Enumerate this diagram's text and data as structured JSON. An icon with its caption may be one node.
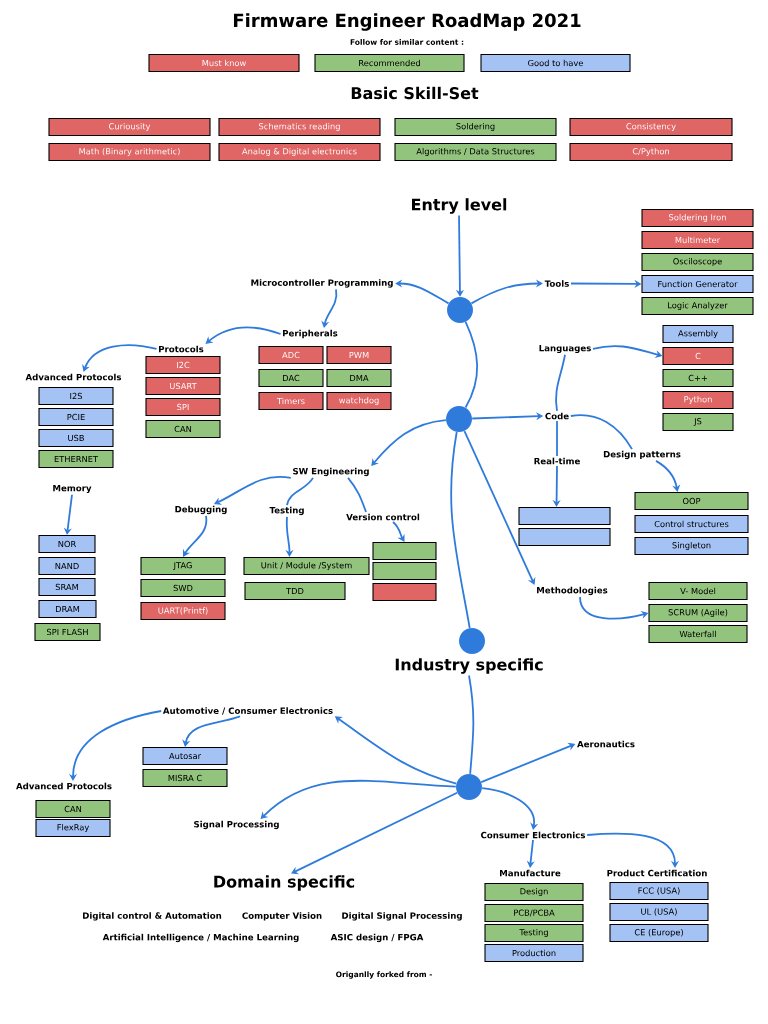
{
  "diagram": {
    "title": "Firmware Engineer RoadMap 2021",
    "nodes": [
      {
        "text": [
          "Curiousity"
        ]
      },
      {
        "text": [
          "Schematics reading"
        ]
      },
      {
        "text": [
          "Soldering"
        ]
      },
      {
        "text": [
          "Consistency"
        ]
      },
      {
        "text": [
          "Math (Binary arithmetic)"
        ]
      },
      {
        "text": [
          "Analog & Digital electronics"
        ]
      },
      {
        "text": [
          "Algorithms / Data Structures"
        ]
      },
      {
        "text": [
          "C/Python"
        ]
      },
      {
        "text": [
          "Entry level"
        ]
      },
      {
        "text": [
          "Soldering Iron"
        ]
      },
      {
        "text": [
          "Multimeter"
        ]
      },
      {
        "text": [
          "Osciloscope"
        ]
      },
      {
        "text": [
          "Function Generator"
        ]
      },
      {
        "text": [
          "Logic Analyzer"
        ]
      },
      {
        "text": [
          "Microcontroller Programming"
        ]
      },
      {
        "text": [],
        "shape": "circle"
      },
      {
        "text": [
          "Tools"
        ]
      },
      {
        "text": [
          "Peripherals"
        ]
      },
      {
        "text": [
          "ADC"
        ]
      },
      {
        "text": [
          "PWM"
        ]
      },
      {
        "text": [
          "DAC"
        ]
      },
      {
        "text": [
          "DMA"
        ]
      },
      {
        "text": [
          "Timers"
        ]
      },
      {
        "text": [
          "watchdog"
        ]
      },
      {
        "text": [
          "Protocols"
        ]
      },
      {
        "text": [
          "I2C"
        ]
      },
      {
        "text": [
          "USART"
        ]
      },
      {
        "text": [
          "SPI"
        ]
      },
      {
        "text": [
          "CAN"
        ]
      },
      {
        "text": [
          "Advanced Protocols"
        ]
      },
      {
        "text": [
          "I2S"
        ]
      },
      {
        "text": [
          "PCIE"
        ]
      },
      {
        "text": [
          "USB"
        ]
      },
      {
        "text": [
          "ETHERNET"
        ]
      },
      {
        "text": [
          "Languages"
        ]
      },
      {
        "text": [
          "Assembly"
        ]
      },
      {
        "text": [
          "C"
        ]
      },
      {
        "text": [
          "C++"
        ]
      },
      {
        "text": [
          "Python"
        ]
      },
      {
        "text": [
          "JS"
        ]
      },
      {
        "text": [],
        "shape": "circle"
      },
      {
        "text": [
          "Code"
        ]
      },
      {
        "text": [
          "SW Engineering"
        ]
      },
      {
        "text": [
          "Real-time"
        ]
      },
      {
        "text": [
          "Design patterns"
        ]
      },
      {
        "text": [
          "Memory"
        ]
      },
      {
        "text": [
          "NOR"
        ]
      },
      {
        "text": [
          "NAND"
        ]
      },
      {
        "text": [
          "SRAM"
        ]
      },
      {
        "text": [
          "DRAM"
        ]
      },
      {
        "text": [
          "SPI FLASH"
        ]
      },
      {
        "text": [
          "Debugging"
        ]
      },
      {
        "text": [
          "Testing"
        ]
      },
      {
        "text": [
          "Version control"
        ]
      },
      {
        "text": [],
        "shape": "box"
      },
      {
        "text": [],
        "shape": "box"
      },
      {
        "text": [
          "OOP"
        ]
      },
      {
        "text": [
          "Control structures"
        ]
      },
      {
        "text": [
          "Singleton"
        ]
      },
      {
        "text": [
          "JTAG"
        ]
      },
      {
        "text": [
          "SWD"
        ]
      },
      {
        "text": [
          "UART(Printf)"
        ]
      },
      {
        "text": [
          "Unit / Module /System"
        ]
      },
      {
        "text": [
          "TDD"
        ]
      },
      {
        "text": [],
        "shape": "box"
      },
      {
        "text": [],
        "shape": "box"
      },
      {
        "text": [],
        "shape": "box"
      },
      {
        "text": [
          "Methodologies"
        ]
      },
      {
        "text": [
          "V- Model"
        ]
      },
      {
        "text": [
          "SCRUM (Agile)"
        ]
      },
      {
        "text": [
          "Waterfall"
        ]
      },
      {
        "text": [],
        "shape": "circle"
      },
      {
        "text": [
          "Industry specific"
        ]
      },
      {
        "text": [
          "Automotive / Consumer Electronics"
        ]
      },
      {
        "text": [
          "Autosar"
        ]
      },
      {
        "text": [
          "MISRA C"
        ]
      },
      {
        "text": [
          "Aeronautics"
        ]
      },
      {
        "text": [],
        "shape": "circle"
      },
      {
        "text": [
          "Advanced Protocols"
        ]
      },
      {
        "text": [
          "CAN"
        ]
      },
      {
        "text": [
          "FlexRay"
        ]
      },
      {
        "text": [
          "Signal Processing"
        ]
      },
      {
        "text": [
          "Consumer Electronics"
        ]
      },
      {
        "text": [
          "Domain specific"
        ]
      },
      {
        "text": [
          "Manufacture"
        ]
      },
      {
        "text": [
          "Product Certification"
        ]
      },
      {
        "text": [
          "Design"
        ]
      },
      {
        "text": [
          "PCB/PCBA"
        ]
      },
      {
        "text": [
          "Testing"
        ]
      },
      {
        "text": [
          "Production"
        ]
      },
      {
        "text": [
          "FCC (USA)"
        ]
      },
      {
        "text": [
          "UL (USA)"
        ]
      },
      {
        "text": [
          "CE (Europe)"
        ]
      }
    ],
    "edges": [
      {
        "from": 8,
        "to": 15,
        "arrow": "to"
      },
      {
        "from": 15,
        "to": 14,
        "arrow": "to"
      },
      {
        "from": 15,
        "to": 16,
        "arrow": "to"
      },
      {
        "from": 16,
        "to": 12,
        "arrow": "to"
      },
      {
        "from": 14,
        "to": 17,
        "arrow": "to"
      },
      {
        "from": 17,
        "to": 24,
        "arrow": "to"
      },
      {
        "from": 24,
        "to": 29,
        "arrow": "to"
      },
      {
        "from": 15,
        "to": 40,
        "arrow": "none"
      },
      {
        "from": 40,
        "to": 41,
        "arrow": "to"
      },
      {
        "from": 41,
        "to": 34,
        "arrow": "none"
      },
      {
        "from": 34,
        "to": 36,
        "arrow": "to"
      },
      {
        "from": 41,
        "to": 43,
        "arrow": "none"
      },
      {
        "from": 43,
        "to": 54,
        "arrow": "to"
      },
      {
        "from": 41,
        "to": 44,
        "arrow": "none"
      },
      {
        "from": 44,
        "to": 56,
        "arrow": "to"
      },
      {
        "from": 40,
        "to": 42,
        "arrow": "to"
      },
      {
        "from": 42,
        "to": 51,
        "arrow": "to"
      },
      {
        "from": 42,
        "to": 52,
        "arrow": "none"
      },
      {
        "from": 42,
        "to": 53,
        "arrow": "none"
      },
      {
        "from": 51,
        "to": 59,
        "arrow": "to"
      },
      {
        "from": 52,
        "to": 62,
        "arrow": "to"
      },
      {
        "from": 53,
        "to": 64,
        "arrow": "to"
      },
      {
        "from": 45,
        "to": 46,
        "arrow": "to"
      },
      {
        "from": 40,
        "to": 67,
        "arrow": "to"
      },
      {
        "from": 67,
        "to": 69,
        "arrow": "to"
      },
      {
        "from": 40,
        "to": 71,
        "arrow": "none"
      },
      {
        "from": 72,
        "to": 77,
        "arrow": "none"
      },
      {
        "from": 77,
        "to": 73,
        "arrow": "to"
      },
      {
        "from": 77,
        "to": 76,
        "arrow": "to"
      },
      {
        "from": 77,
        "to": 81,
        "arrow": "to"
      },
      {
        "from": 77,
        "to": 82,
        "arrow": "to"
      },
      {
        "from": 77,
        "to": 83,
        "arrow": "to"
      },
      {
        "from": 73,
        "to": 74,
        "arrow": "to"
      },
      {
        "from": 73,
        "to": 78,
        "arrow": "to"
      },
      {
        "from": 82,
        "to": 84,
        "arrow": "to"
      },
      {
        "from": 82,
        "to": 85,
        "arrow": "to"
      }
    ],
    "labels": [
      "Follow for similar content :",
      "Basic Skill-Set",
      "Digital control & Automation",
      "Computer Vision",
      "Digital Signal Processing",
      "Artificial Intelligence / Machine Learning",
      "ASIC design / FPGA",
      "Origanlly forked from -"
    ],
    "legend": [
      {
        "text": "Must know",
        "color": "#e06666"
      },
      {
        "text": "Recommended",
        "color": "#93c47d"
      },
      {
        "text": "Good to have",
        "color": "#a4c2f4"
      }
    ]
  }
}
